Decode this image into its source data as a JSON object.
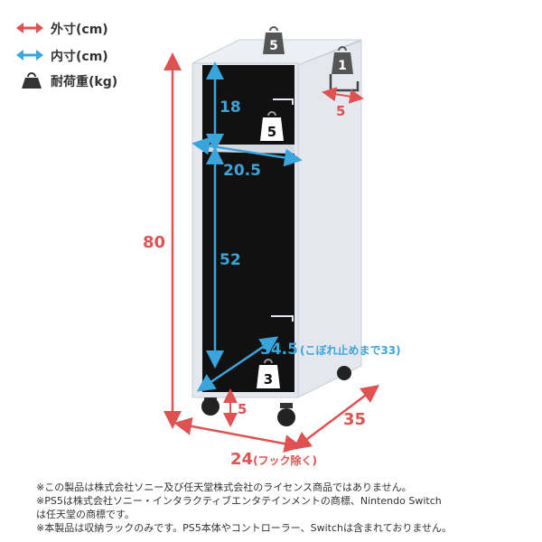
{
  "legend": {
    "outer_label": "外寸(cm)",
    "inner_label": "内寸(cm)",
    "load_label": "耐荷重(kg)"
  },
  "colors": {
    "outer": "#e05252",
    "inner": "#3aa5dc",
    "load": "#444444",
    "body": "#e4e7ee",
    "interior": "#111111"
  },
  "icons": {
    "outer_arrow": "double-arrow-icon",
    "inner_arrow": "double-arrow-icon",
    "weight": "weight-icon"
  },
  "dimensions": {
    "height": "80",
    "width": "24",
    "width_note": "(フック除く)",
    "depth": "35",
    "hook_gap": "5",
    "caster": "5",
    "upper_inner_height": "18",
    "inner_width": "20.5",
    "lower_inner_height": "52",
    "inner_depth": "34.5",
    "inner_depth_note": "(こぼれ止めまで33)"
  },
  "loads": {
    "top": "5",
    "hook": "1",
    "upper_shelf": "5",
    "bottom": "3"
  },
  "notes": [
    "※この製品は株式会社ソニー及び任天堂株式会社のライセンス商品ではありません。",
    "※PS5は株式会社ソニー・インタラクティブエンタテインメントの商標、Nintendo Switch",
    "は任天堂の商標です。",
    "※本製品は収納ラックのみです。PS5本体やコントローラー、Switchは含まれておりません。"
  ]
}
